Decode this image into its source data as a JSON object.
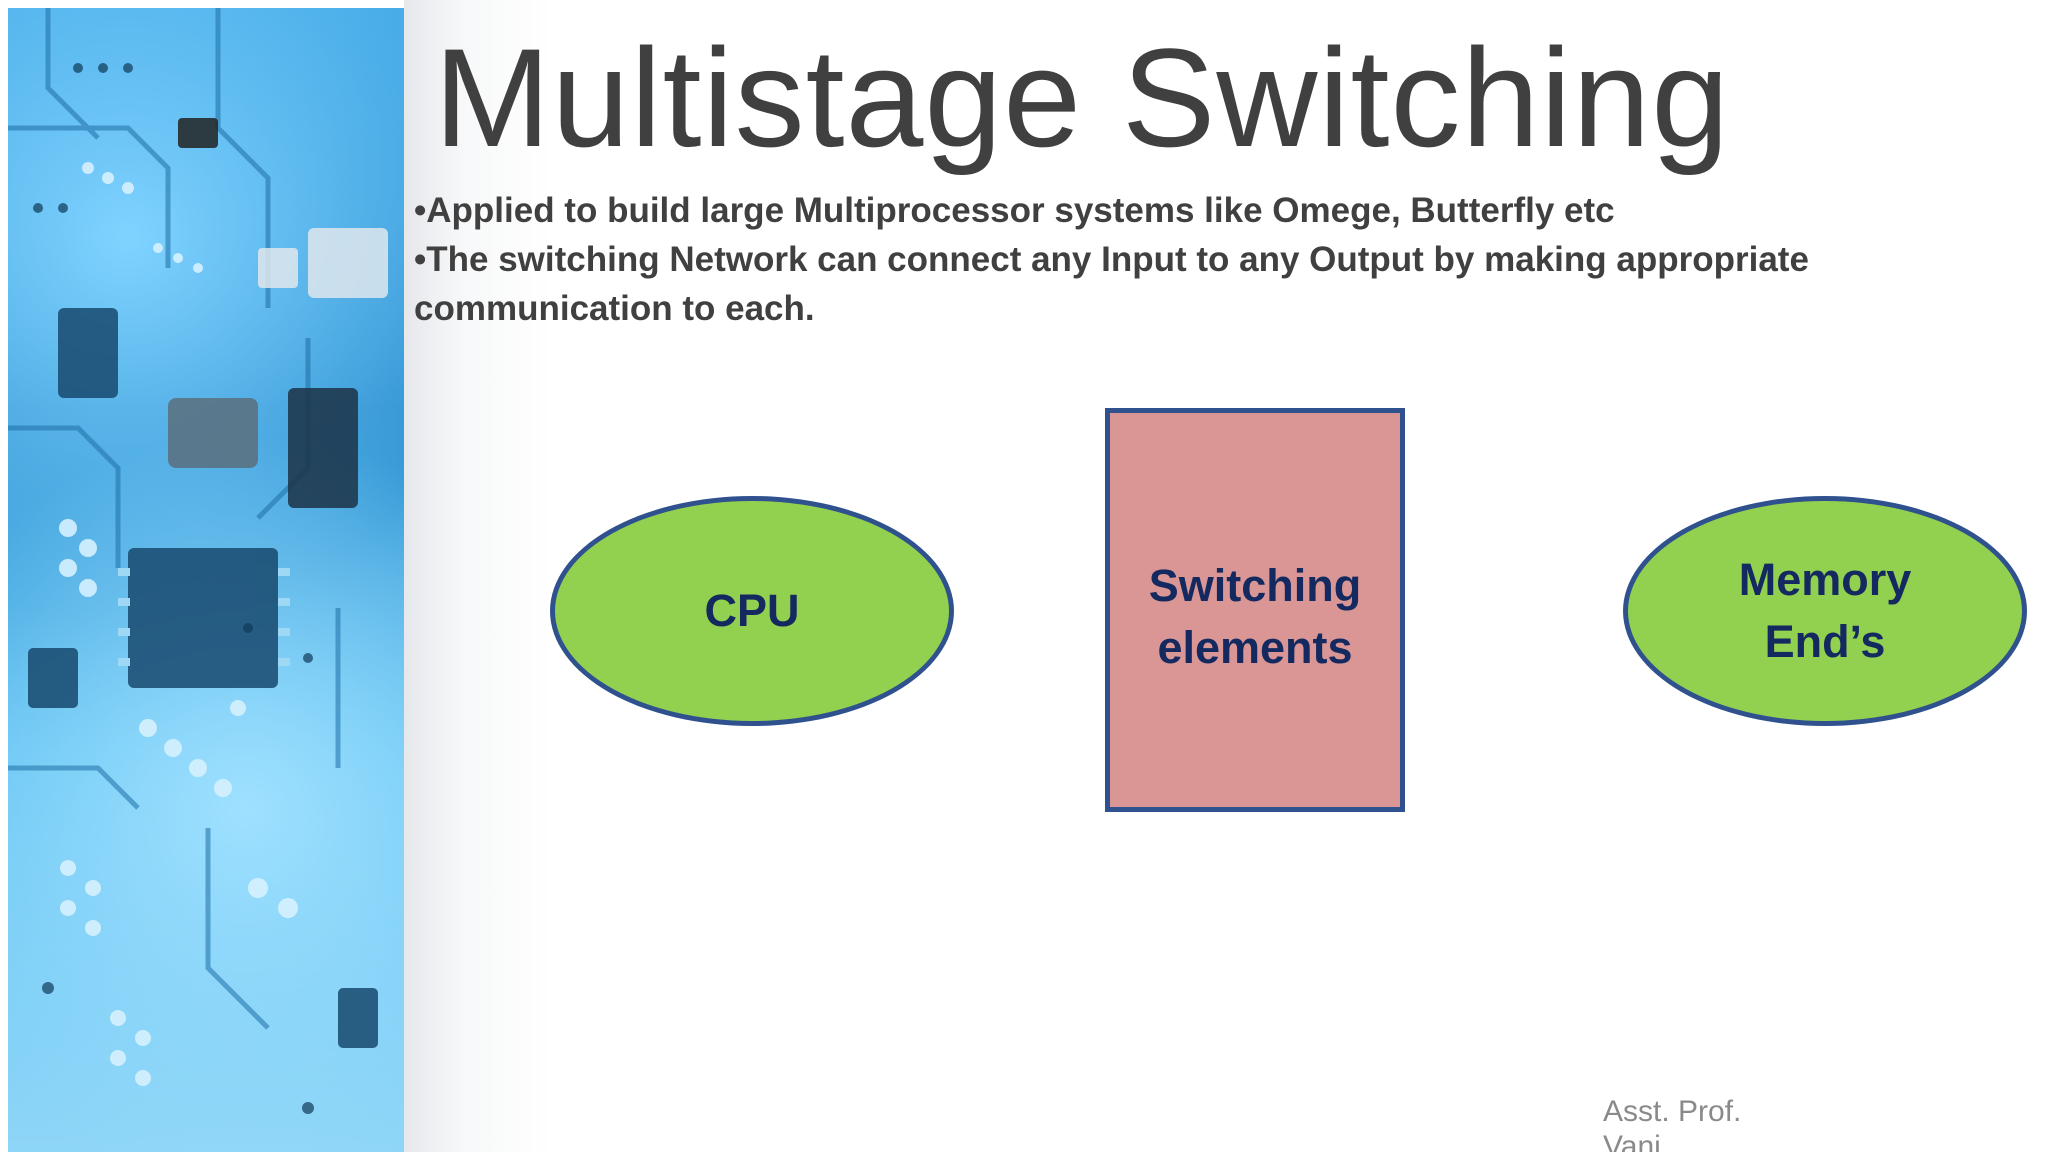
{
  "slide": {
    "title": "Multistage Switching",
    "bullets": [
      "•Applied to build large Multiprocessor systems like Omege, Butterfly etc",
      "•The switching Network can connect any Input to any Output by making appropriate communication to each."
    ],
    "footer": {
      "line1": "Asst. Prof.",
      "line2": "Vani"
    }
  },
  "diagram": {
    "nodes": [
      {
        "id": "cpu",
        "shape": "ellipse",
        "label": "CPU",
        "fill": "#92d050",
        "stroke": "#2f528f"
      },
      {
        "id": "switch",
        "shape": "rectangle",
        "label_line1": "Switching",
        "label_line2": "elements",
        "fill": "#da9694",
        "stroke": "#2f528f"
      },
      {
        "id": "memory",
        "shape": "ellipse",
        "label_line1": "Memory",
        "label_line2": "End’s",
        "fill": "#92d050",
        "stroke": "#2f528f"
      }
    ]
  },
  "colors": {
    "title_text": "#404040",
    "node_text": "#13295f",
    "panel_blue": "#2d8fcf"
  }
}
